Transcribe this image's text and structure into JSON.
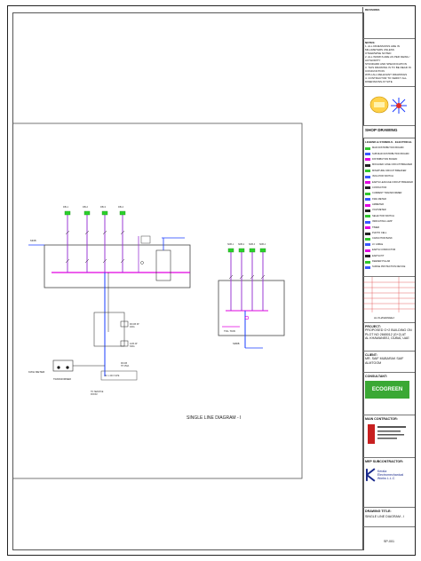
{
  "drawing": {
    "title": "SINGLE LINE DIAGRAM - I",
    "panel_note": "TOL 7KW",
    "mdb_label": "MDB",
    "meter_label": "KWH METER",
    "transformer_label": "TRANSFORMER"
  },
  "title_block": {
    "rev_heading": "REVISIONS",
    "notes_heading": "NOTES:",
    "notes": [
      "1. ALL DIMENSIONS ARE IN MILLIMETERS UNLESS",
      "OTHERWISE NOTED",
      "2. ALL WORKS ARE AS PER DEWA / AUTHORITY",
      "STANDARD AND SPECIFICATION",
      "3. THIS DRAWING IS TO BE READ IN CONJUNCTION",
      "WITH ALL RELEVANT DRAWINGS",
      "4. CONTRACTOR TO VERIFY ALL DIMENSIONS AT SITE"
    ],
    "status": "SHOP DRAWING",
    "legend_heading": "LEGEND & SYMBOLS - ELECTRICAL",
    "legend_items": [
      "MAIN DISTRIBUTION BOARD",
      "SUB MAIN DISTRIBUTION BOARD",
      "DISTRIBUTION BOARD",
      "MOULDED CASE CIRCUIT BREAKER",
      "MINIATURE CIRCUIT BREAKER",
      "ISOLATOR SWITCH",
      "EARTH LEAKAGE CIRCUIT BREAKER",
      "CONTACTOR",
      "CURRENT TRANSFORMER",
      "KWH METER",
      "AMMETER",
      "VOLTMETER",
      "SELECTOR SWITCH",
      "INDICATING LAMP",
      "TIMER",
      "PHOTO CELL",
      "CAPACITOR BANK",
      "LV CABLE",
      "EARTH CONDUCTOR",
      "EARTH PIT",
      "FEEDER PILLAR",
      "SURGE PROTECTION DEVICE"
    ],
    "plot_no": "AL KHAWANEEJ",
    "project_heading": "PROJECT:",
    "project_lines": [
      "PROPOSED G+2 BUILDING ON",
      "PLOT NO 2665012 (G+2) AT",
      "AL KHAWANEEJ, DUBAI, UAE"
    ],
    "client_heading": "CLIENT:",
    "client_lines": [
      "MR. SAIF MUBARAK SAIF",
      "ALMTOOM"
    ],
    "consultant_heading": "CONSULTANT:",
    "consultant_logo": "ECOGREEN",
    "contractor_heading": "MAIN CONTRACTOR:",
    "subcontractor_heading": "MEP SUBCONTRACTOR:",
    "subcontractor_name": [
      "Kerala Electromechanical",
      "Works L.L.C"
    ],
    "sheet_heading": "DRAWING TITLE:",
    "sheet_title": "SINGLE LINE DIAGRAM - I",
    "sheet_no": "SP-001"
  },
  "colors": {
    "busbar": "#e000e0",
    "feeder": "#9b3bd6",
    "cable": "#1a3cff",
    "breaker_green": "#2bd12b",
    "enclosure": "#444444",
    "legend_green": "#2ec62e",
    "legend_blue": "#3a55ff",
    "logo_green": "#3aa834"
  }
}
